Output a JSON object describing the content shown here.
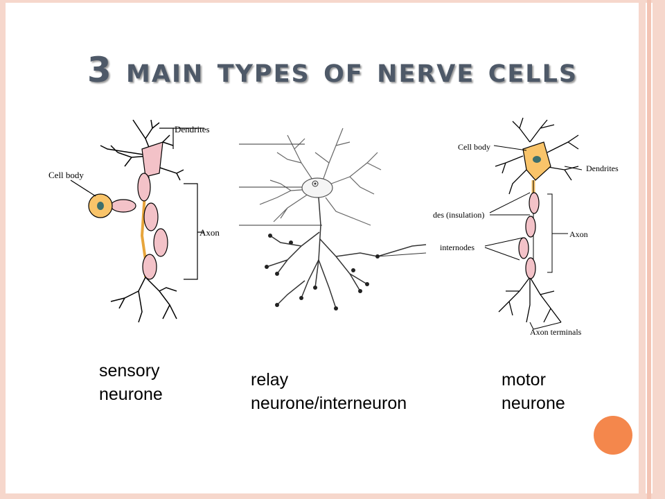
{
  "title": "3 main types of nerve cells",
  "sensory": {
    "caption_line1": "sensory",
    "caption_line2": "neurone",
    "labels": {
      "dendrites": "Dendrites",
      "cell_body": "Cell body",
      "axon": "Axon"
    }
  },
  "relay": {
    "caption_line1": "relay",
    "caption_line2": "neurone/interneuron"
  },
  "motor": {
    "caption_line1": "motor",
    "caption_line2": "neurone",
    "labels": {
      "cell_body": "Cell body",
      "dendrites": "Dendrites",
      "nodes": "odes (insulation)",
      "axon": "Axon",
      "internodes": "internodes",
      "axon_terminals": "Axon terminals"
    }
  },
  "colors": {
    "title": "#4e5968",
    "frame": "#f6d7cc",
    "accent_dot": "#f4874c",
    "myelin": "#f3c2c8",
    "cell_body_orange": "#f9c46a"
  }
}
